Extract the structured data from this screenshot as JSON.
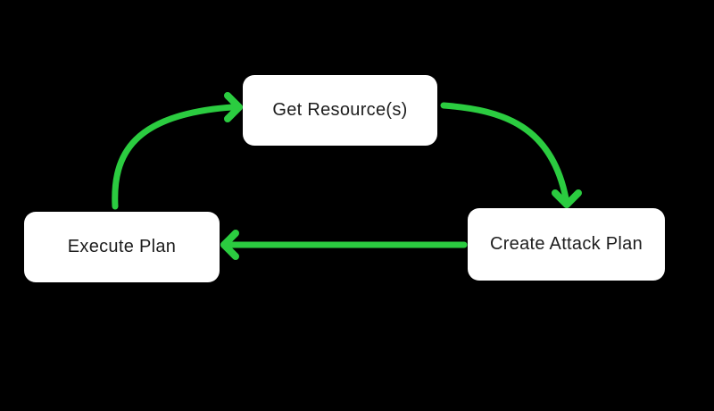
{
  "diagram": {
    "background_color": "#000000",
    "node_fill_color": "#ffffff",
    "node_text_color": "#1d1d1d",
    "arrow_color": "#2bcc40",
    "nodes": [
      {
        "id": "get-resources",
        "label": "Get Resource(s)"
      },
      {
        "id": "execute-plan",
        "label": "Execute Plan"
      },
      {
        "id": "create-attack-plan",
        "label": "Create Attack Plan"
      }
    ],
    "edges": [
      {
        "from": "execute-plan",
        "to": "get-resources"
      },
      {
        "from": "get-resources",
        "to": "create-attack-plan"
      },
      {
        "from": "create-attack-plan",
        "to": "execute-plan"
      }
    ]
  }
}
